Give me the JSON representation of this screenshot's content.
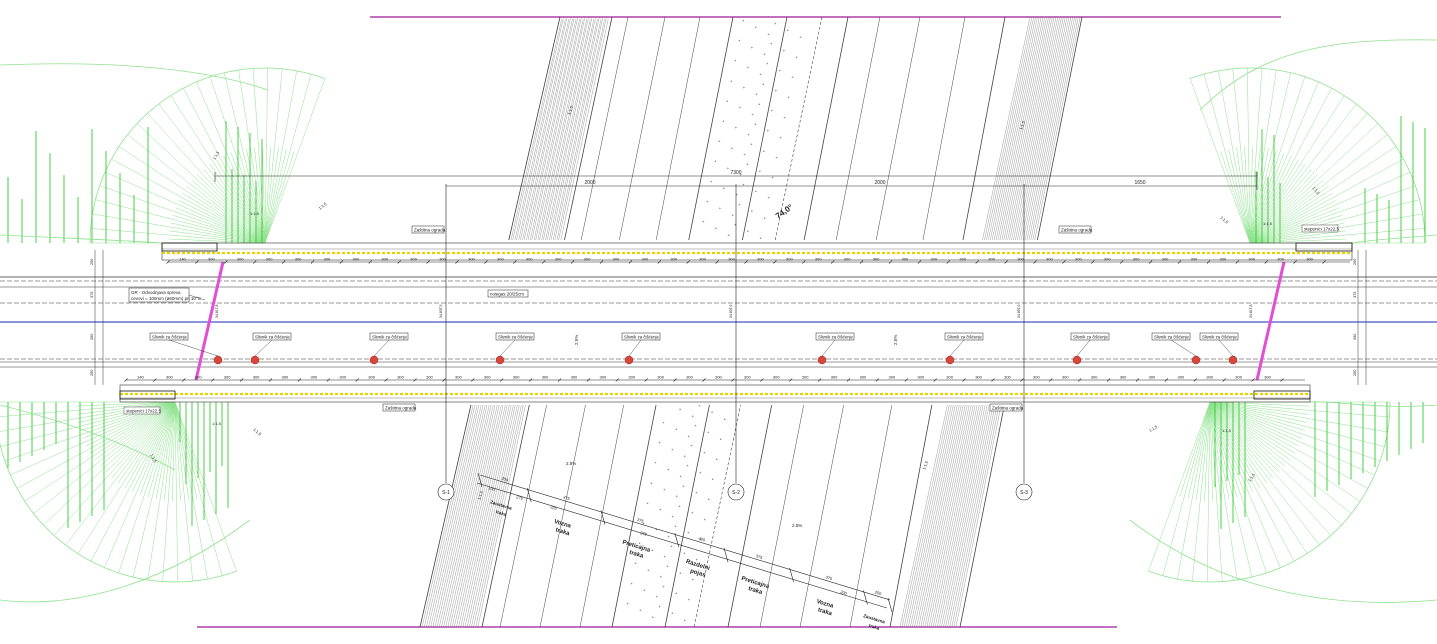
{
  "colors": {
    "slope_green": "#35c835",
    "slope_green_light": "#8fe28f",
    "magenta_border": "#a0189a",
    "axis_blue": "#1c2ab8",
    "bar_yellow": "#e6d400",
    "marker_red": "#d9473b",
    "drain_pink": "#e04fd4"
  },
  "top_dimensions": {
    "total": "7300",
    "seg1": "2000",
    "seg2": "2000",
    "seg3": "1650"
  },
  "axes": [
    {
      "id": "S-1",
      "label": "S-1"
    },
    {
      "id": "S-2",
      "label": "S-2"
    },
    {
      "id": "S-3",
      "label": "S-3"
    }
  ],
  "spacing_labels": {
    "top_first": "140",
    "top_step": "300",
    "bottom_first": "140",
    "bottom_step": "300"
  },
  "guardrail_label": "Zaštitna ograda",
  "beam_label": "nosigas 20/25cm",
  "drain_note": {
    "line1": "GR - Odvodnjava spreva",
    "line2": "cevovi = 100mm (ø60mm) pri 10°C"
  },
  "stairs_label": "stepenici 17x22,5",
  "drain_markers_label": "Slivnik za čišćenje",
  "slope_labels": {
    "road_slope": "2.5%",
    "embankment": "1:1,5"
  },
  "angle_label": "74,0°",
  "lane_labels": [
    {
      "text": "Zaustavna traka",
      "dim": "250"
    },
    {
      "text": "Vozna traka",
      "dim": "375"
    },
    {
      "text": "Preticajna traka",
      "dim": "375"
    },
    {
      "text": "Razdelni pojas",
      "dim": "400"
    },
    {
      "text": "Preticajna traka",
      "dim": "375"
    },
    {
      "text": "Vozna traka",
      "dim": "375"
    },
    {
      "text": "Zaustavna traka",
      "dim": "250"
    }
  ],
  "lane_sub_dims": [
    "100",
    "275",
    "325",
    "275",
    "200"
  ],
  "station_labels": [
    "34,81T,8",
    "34,83T,5",
    "34,83T,6",
    "34,85T,6"
  ],
  "side_dims": [
    "250",
    "375",
    "390",
    "250"
  ]
}
